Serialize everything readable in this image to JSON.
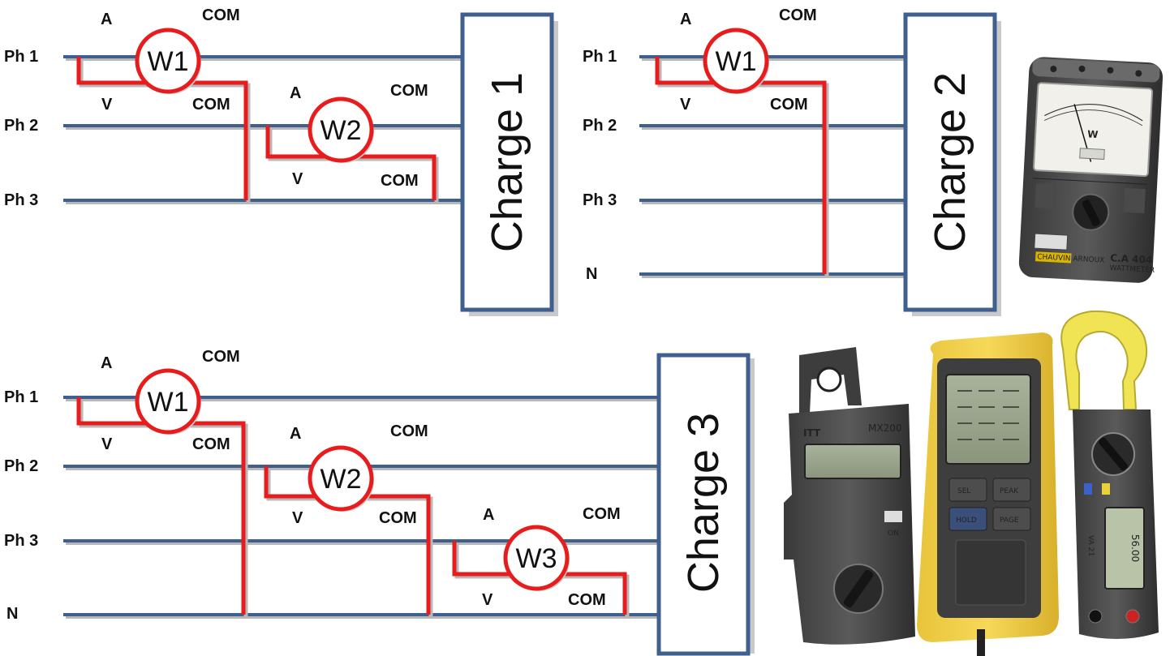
{
  "labels": {
    "ph1": "Ph 1",
    "ph2": "Ph 2",
    "ph3": "Ph 3",
    "n": "N",
    "a": "A",
    "v": "V",
    "com": "COM",
    "w1": "W1",
    "w2": "W2",
    "w3": "W3",
    "charge1": "Charge 1",
    "charge2": "Charge 2",
    "charge3": "Charge 3"
  },
  "devices": {
    "analog_wattmeter": {
      "scale_label": "W",
      "model": "C.A 404",
      "type_label": "WATTMETER",
      "brand": "CHAUVIN ARNOUX"
    },
    "clamp_meter_1": {
      "model": "MX200",
      "brand": "ITT",
      "on_label": "ON"
    },
    "power_analyzer": {
      "buttons": [
        "SEL",
        "PEAK",
        "HOLD",
        "PAGE"
      ]
    },
    "clamp_meter_2": {
      "model": "VA 21",
      "reading": "56.00"
    }
  },
  "colors": {
    "wire": "#3f5f8f",
    "wire_shadow": "#b8b8b8",
    "meter": "#e81c1c",
    "charge_border": "#3f5f8f"
  }
}
